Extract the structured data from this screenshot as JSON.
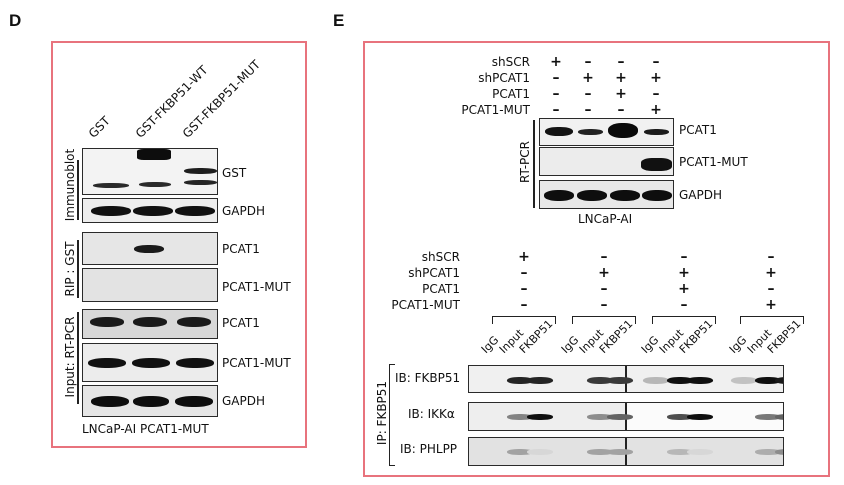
{
  "panel_d": {
    "letter": "D",
    "lanes": [
      "GST",
      "GST-FKBP51-WT",
      "GST-FKBP51-MUT"
    ],
    "groups": [
      {
        "label": "Immunoblot",
        "blots": [
          {
            "label": "GST",
            "intensities": [
              [
                0,
                0.75,
                1
              ],
              [
                0.9,
                1,
                0
              ],
              [
                0,
                0.85,
                0.9
              ]
            ]
          },
          {
            "label": "GAPDH",
            "intensities": [
              1,
              1,
              1
            ]
          }
        ]
      },
      {
        "label": "RIP : GST",
        "blots": [
          {
            "label": "PCAT1",
            "intensities": [
              0,
              0.9,
              0
            ]
          },
          {
            "label": "PCAT1-MUT",
            "intensities": [
              0,
              0,
              0
            ]
          }
        ]
      },
      {
        "label": "Input: RT-PCR",
        "blots": [
          {
            "label": "PCAT1",
            "intensities": [
              1,
              1,
              1
            ]
          },
          {
            "label": "PCAT1-MUT",
            "intensities": [
              1,
              1,
              1
            ]
          },
          {
            "label": "GAPDH",
            "intensities": [
              1,
              1,
              1
            ]
          }
        ]
      }
    ],
    "footer": "LNCaP-AI PCAT1-MUT"
  },
  "panel_e": {
    "letter": "E",
    "top": {
      "conditions": [
        {
          "label": "shSCR",
          "values": [
            "+",
            "–",
            "–",
            "–"
          ]
        },
        {
          "label": "shPCAT1",
          "values": [
            "–",
            "+",
            "+",
            "+"
          ]
        },
        {
          "label": "PCAT1",
          "values": [
            "–",
            "–",
            "+",
            "–"
          ]
        },
        {
          "label": "PCAT1-MUT",
          "values": [
            "–",
            "–",
            "–",
            "+"
          ]
        }
      ],
      "side_label": "RT-PCR",
      "blots": [
        {
          "label": "PCAT1",
          "intensities": [
            0.9,
            0.7,
            1,
            0.75
          ]
        },
        {
          "label": "PCAT1-MUT",
          "intensities": [
            0,
            0,
            0,
            1
          ]
        },
        {
          "label": "GAPDH",
          "intensities": [
            1,
            1,
            1,
            1
          ]
        }
      ],
      "footer": "LNCaP-AI"
    },
    "bottom": {
      "conditions": [
        {
          "label": "shSCR",
          "values": [
            "+",
            "–",
            "–",
            "–"
          ]
        },
        {
          "label": "shPCAT1",
          "values": [
            "–",
            "+",
            "+",
            "+"
          ]
        },
        {
          "label": "PCAT1",
          "values": [
            "–",
            "–",
            "+",
            "–"
          ]
        },
        {
          "label": "PCAT1-MUT",
          "values": [
            "–",
            "–",
            "–",
            "+"
          ]
        }
      ],
      "lane_labels": [
        "IgG",
        "Input",
        "FKBP51"
      ],
      "side_label": "IP: FKBP51",
      "blots": [
        {
          "label": "IB: FKBP51",
          "intensities": [
            0,
            0.9,
            0.9,
            0,
            0.8,
            0.8,
            0.2,
            1,
            1,
            0.15,
            1,
            0.95
          ]
        },
        {
          "label": "IB: IKKα",
          "intensities": [
            0,
            0.45,
            1,
            0,
            0.4,
            0.6,
            0,
            0.7,
            1,
            0,
            0.5,
            0.6
          ]
        },
        {
          "label": "IB: PHLPP",
          "intensities": [
            0,
            0.3,
            0.05,
            0,
            0.3,
            0.3,
            0,
            0.2,
            0.05,
            0,
            0.25,
            0.4
          ]
        }
      ]
    }
  },
  "colors": {
    "frame": "#e8737d",
    "band": "#141414"
  }
}
